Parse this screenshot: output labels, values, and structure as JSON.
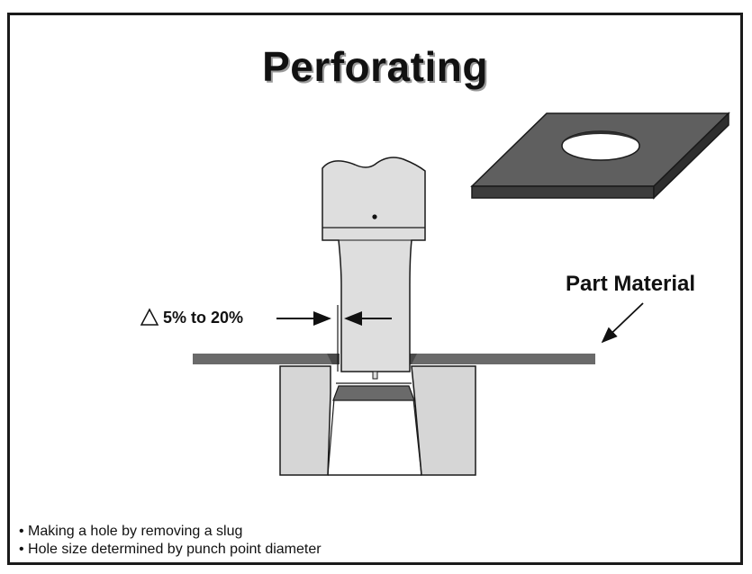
{
  "title": "Perforating",
  "labels": {
    "part_material": "Part Material",
    "clearance": "5% to 20%"
  },
  "icons": {
    "delta": "triangle-symbol"
  },
  "bullets": [
    "Making a hole by removing a slug",
    "Hole size determined by punch point diameter"
  ],
  "colors": {
    "metal_dark": "#666666",
    "metal_light": "#dcdcdc",
    "outline": "#1a1a1a"
  }
}
